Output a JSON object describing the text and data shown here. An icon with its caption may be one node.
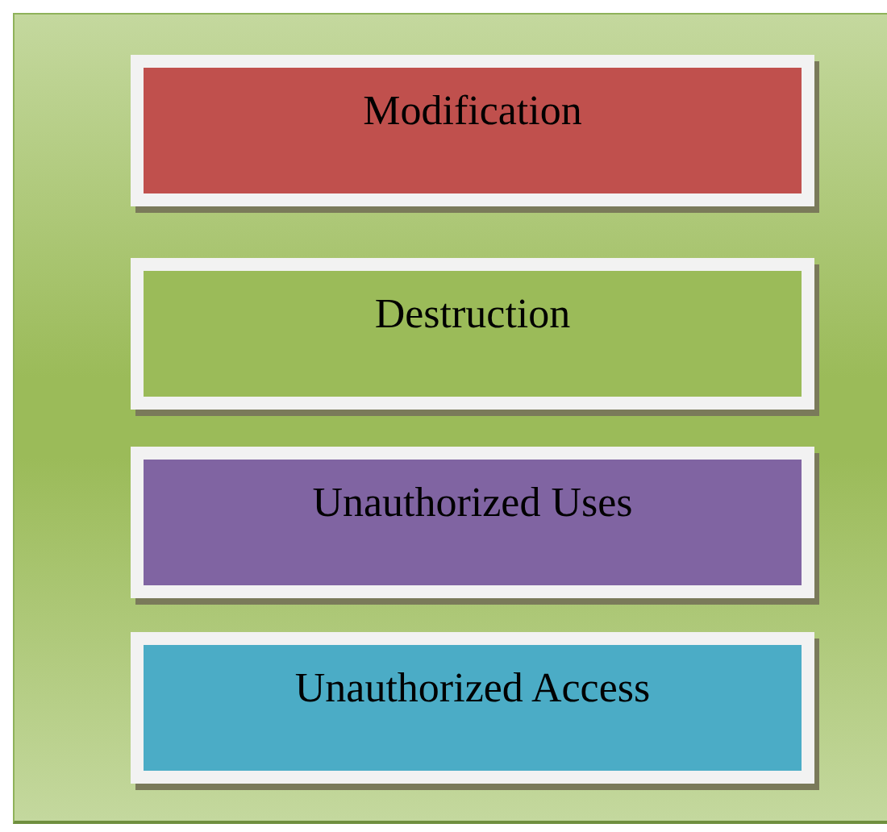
{
  "diagram": {
    "nodes": [
      {
        "text": [
          "Modification"
        ]
      },
      {
        "text": [
          "Destruction"
        ]
      },
      {
        "text": [
          "Unauthorized Uses"
        ]
      },
      {
        "text": [
          "Unauthorized Access"
        ]
      }
    ]
  }
}
